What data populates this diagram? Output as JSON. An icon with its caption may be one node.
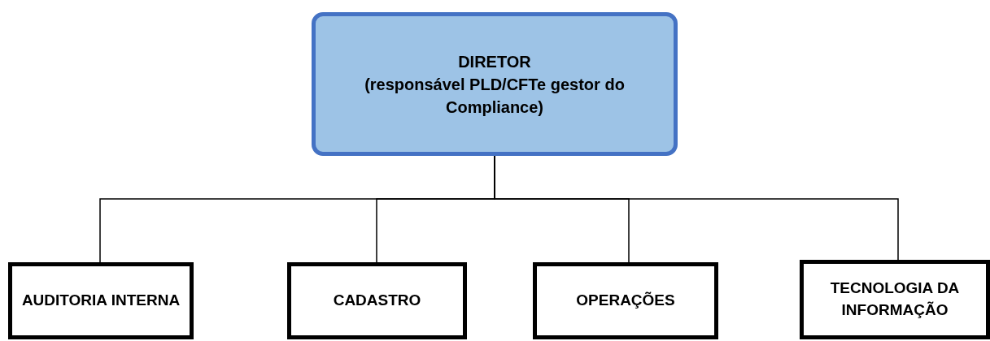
{
  "diagram": {
    "nodes": [
      {
        "text": [
          "DIRETOR",
          "(responsável PLD/CFTe gestor do Compliance)"
        ]
      },
      {
        "text": [
          "AUDITORIA INTERNA"
        ]
      },
      {
        "text": [
          "CADASTRO"
        ]
      },
      {
        "text": [
          "OPERAÇÕES"
        ]
      },
      {
        "text": [
          "TECNOLOGIA DA INFORMAÇÃO"
        ]
      }
    ],
    "edges": [
      {
        "from": 0,
        "to": 1,
        "arrow": "none"
      },
      {
        "from": 0,
        "to": 2,
        "arrow": "none"
      },
      {
        "from": 0,
        "to": 3,
        "arrow": "none"
      },
      {
        "from": 0,
        "to": 4,
        "arrow": "none"
      }
    ]
  }
}
